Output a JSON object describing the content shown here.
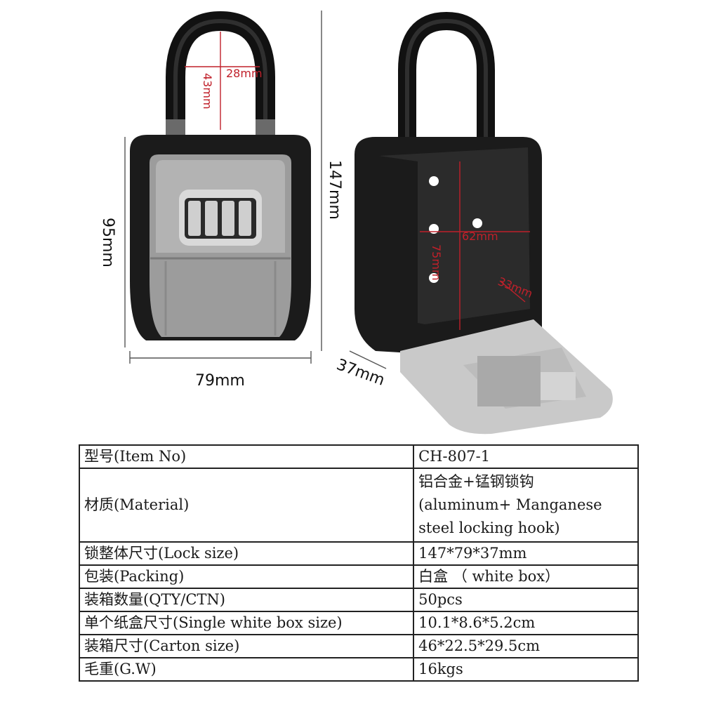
{
  "dimensions": {
    "shackle_width": "28mm",
    "shackle_height": "43mm",
    "total_height": "147mm",
    "body_height": "95mm",
    "width": "79mm",
    "depth": "37mm",
    "inner_width": "62mm",
    "inner_height": "75mm",
    "inner_depth": "33mm"
  },
  "colors": {
    "dim_red": "#c0202a",
    "dim_gray": "#555555",
    "lock_black": "#1b1b1b",
    "lock_gray": "#9c9c9c",
    "lock_light": "#c9c9c9"
  },
  "spec_table": [
    {
      "label": "型号(Item  No)",
      "value": [
        "CH-807-1"
      ]
    },
    {
      "label": "材质(Material)",
      "value": [
        "铝合金+锰钢锁钩",
        "(aluminum+ Manganese",
        "steel locking hook)"
      ]
    },
    {
      "label": "锁整体尺寸(Lock size)",
      "value": [
        "147*79*37mm"
      ]
    },
    {
      "label": "包装(Packing)",
      "value": [
        "白盒  （ white box）"
      ]
    },
    {
      "label": "装箱数量(QTY/CTN)",
      "value": [
        "50pcs"
      ]
    },
    {
      "label": "单个纸盒尺寸(Single white box size)",
      "value": [
        "10.1*8.6*5.2cm"
      ]
    },
    {
      "label": "装箱尺寸(Carton size)",
      "value": [
        "46*22.5*29.5cm"
      ]
    },
    {
      "label": "毛重(G.W)",
      "value": [
        "16kgs"
      ]
    }
  ]
}
